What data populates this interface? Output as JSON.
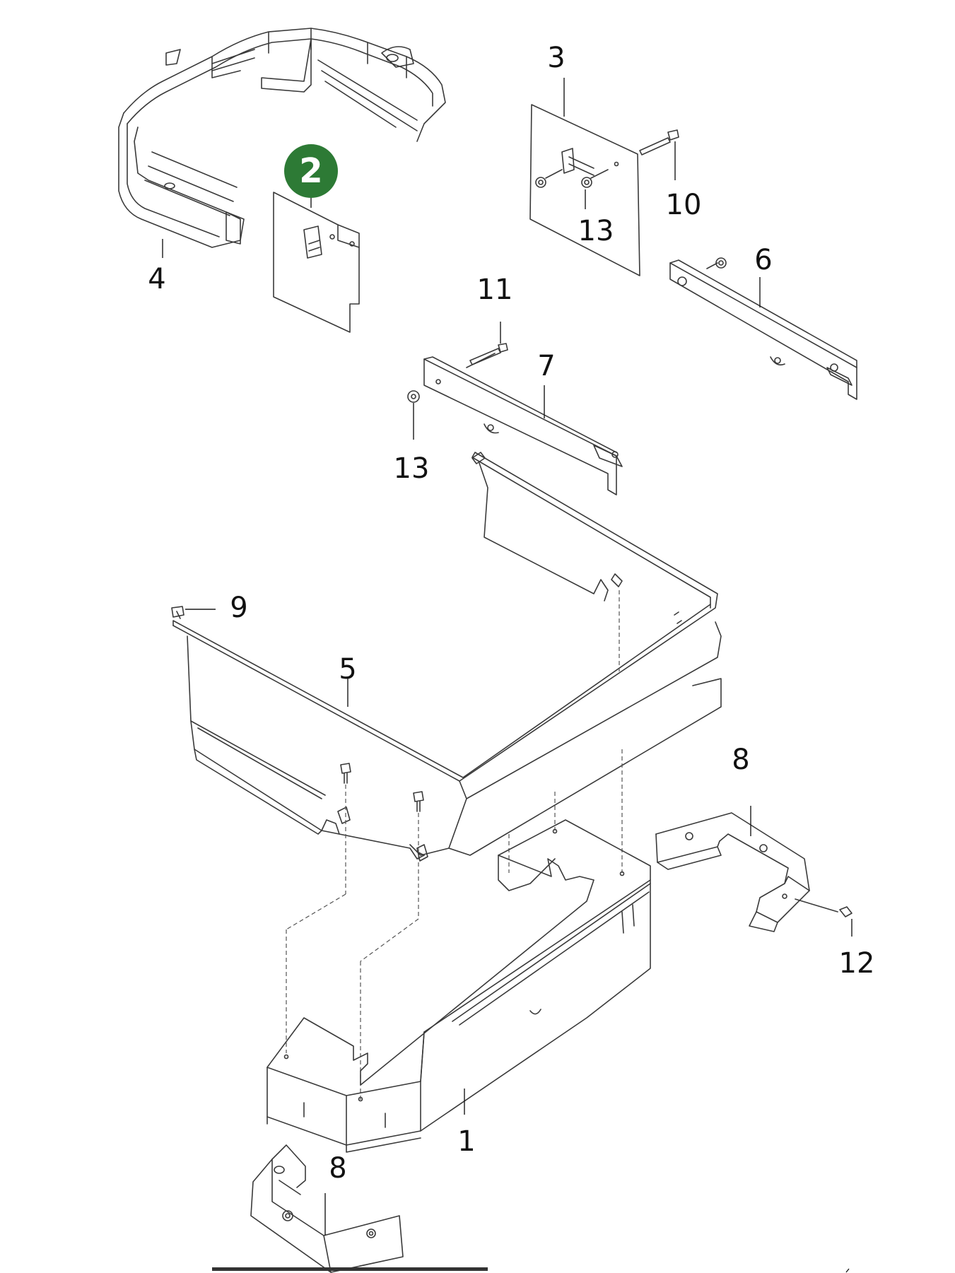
{
  "callouts": {
    "part_1": "1",
    "part_2": "2",
    "part_3": "3",
    "part_4": "4",
    "part_5": "5",
    "part_6": "6",
    "part_7": "7",
    "part_8_upper": "8",
    "part_8_lower": "8",
    "part_9": "9",
    "part_10": "10",
    "part_11": "11",
    "part_12": "12",
    "part_13_upper": "13",
    "part_13_lower": "13"
  },
  "highlight": {
    "label": "2",
    "color": "#2d7a35"
  }
}
